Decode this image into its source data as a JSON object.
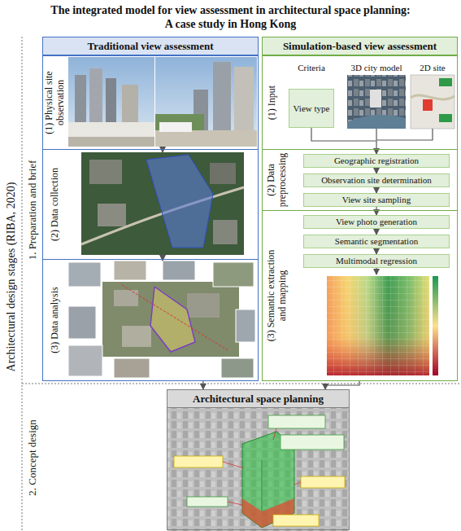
{
  "diagram": {
    "title": "The integrated model for view assessment in architectural space planning: A case study in Hong Kong",
    "nodes": [
      {
        "text": [
          "Traditional view assessment"
        ]
      },
      {
        "text": [
          "(1) Physical site observation"
        ],
        "in": 0
      },
      {
        "text": [
          "(2) Data collection"
        ],
        "in": 0
      },
      {
        "text": [
          "(3) Data analysis"
        ],
        "in": 0
      },
      {
        "text": [
          "Simulation-based view assessment"
        ]
      },
      {
        "text": [
          "(1) Input",
          "Criteria",
          "3D city model",
          "2D site"
        ],
        "in": 4
      },
      {
        "text": [
          "View type"
        ],
        "in": 5
      },
      {
        "text": [
          "(2) Data preprocessing"
        ],
        "in": 4
      },
      {
        "text": [
          "Geographic registration"
        ],
        "in": 7
      },
      {
        "text": [
          "Observation site determination"
        ],
        "in": 7
      },
      {
        "text": [
          "View site sampling"
        ],
        "in": 7
      },
      {
        "text": [
          "(3) Semantic extraction and mapping"
        ],
        "in": 4
      },
      {
        "text": [
          "View photo generation"
        ],
        "in": 11
      },
      {
        "text": [
          "Semantic segmentation"
        ],
        "in": 11
      },
      {
        "text": [
          "Multimodal regression"
        ],
        "in": 11
      },
      {
        "text": [
          "Architectural space planning"
        ]
      }
    ],
    "edges": [
      {
        "from": 6,
        "to": 8,
        "arrow": "to"
      },
      {
        "from": 8,
        "to": 9,
        "arrow": "to"
      },
      {
        "from": 9,
        "to": 10,
        "arrow": "to"
      },
      {
        "from": 10,
        "to": 12,
        "arrow": "to"
      },
      {
        "from": 12,
        "to": 13,
        "arrow": "to"
      },
      {
        "from": 13,
        "to": 14,
        "arrow": "to"
      },
      {
        "from": 0,
        "to": 15,
        "arrow": "to"
      },
      {
        "from": 4,
        "to": 15,
        "arrow": "to"
      }
    ],
    "labels": [
      "Architectural design stages (RIBA, 2020)",
      "1. Preparation and brief",
      "2. Concept design"
    ]
  }
}
